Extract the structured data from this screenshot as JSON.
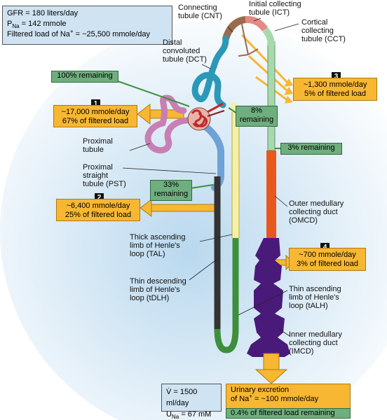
{
  "params_box": {
    "gfr": "GFR = 180 liters/day",
    "pna_prefix": "P",
    "pna_sub": "Na",
    "pna_suffix": " = 142 mmole",
    "load_prefix": "Filtered load of Na",
    "load_sup": "+",
    "load_suffix": " = ~25,500 mmole/day"
  },
  "segment_labels": {
    "cnt": "Connecting\ntubule (CNT)",
    "ict": "Initial collecting\ntubule (ICT)",
    "cct": "Cortical\ncollecting\ntubule (CCT)",
    "dct": "Distal\nconvoluted\ntubule (DCT)",
    "proximal": "Proximal\ntubule",
    "pst": "Proximal\nstraight\ntubule (PST)",
    "tal": "Thick ascending\nlimb of Henle's\nloop (TAL)",
    "tdlh": "Thin descending\nlimb of Henle's\nloop (tDLH)",
    "omcd": "Outer medullary\ncollecting duct\n(OMCD)",
    "talh": "Thin ascending\nlimb of Henle's\nloop (tALH)",
    "imcd": "Inner medullary\ncollecting duct\n(IMCD)"
  },
  "remaining": {
    "r100": "100% remaining",
    "r8": "8%\nremaining",
    "r33": "33%\nremaining",
    "r3": "3% remaining"
  },
  "steps": [
    {
      "num": "1",
      "line1": "~17,000 mmole/day",
      "line2": "67% of filtered load"
    },
    {
      "num": "2",
      "line1": "~6,400 mmole/day",
      "line2": "25% of filtered load"
    },
    {
      "num": "3",
      "line1": "~1,300 mmole/day",
      "line2": "5% of filtered load"
    },
    {
      "num": "4",
      "line1": "~700 mmole/day",
      "line2": "3% of filtered load"
    }
  ],
  "urine_box": {
    "v": "V̇ = 1500 ml/day",
    "una_prefix": "U",
    "una_sub": "Na",
    "una_suffix": " = 67 mM"
  },
  "excretion_box": {
    "title": "Urinary excretion",
    "line_prefix": "of  Na",
    "line_sup": "+",
    "line_suffix": " = ~100 mmole/day",
    "footer": "0.4% of filtered load remaining"
  },
  "colors": {
    "proximal": "#c77fb4",
    "pst": "#6fa2d6",
    "tdlh": "#333333",
    "tal": "#f4f0a6",
    "dct": "#2c98b8",
    "cnt": "#9b6b4f",
    "ict": "#e28a85",
    "cct": "#a8d8ad",
    "omcd": "#e8581c",
    "imcd": "#4a1a7a",
    "talh": "#3e8f3c",
    "arrow": "#f7b733",
    "glomerulus": "#c0282b"
  }
}
